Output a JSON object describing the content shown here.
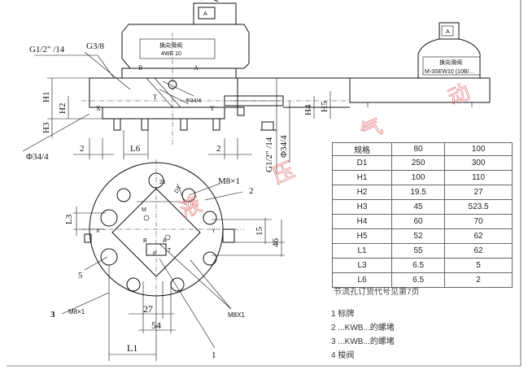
{
  "top_view": {
    "valve_label": "换向滑阀",
    "valve_model": "4WE 10",
    "port_a": "A",
    "port_b": "B",
    "port_t": "T",
    "port_x": "X",
    "port_y": "Y",
    "thread_1": "G1/2\" /14",
    "thread_2": "G3/8",
    "thread_3": "G1/2\" /14",
    "dia_side": "Φ34/4",
    "dia_pipe": "Φ34/4",
    "dia_small": "Φ34/4",
    "dim_h1": "H1",
    "dim_h2": "H2",
    "dim_h3": "H3",
    "dim_h4": "H4",
    "dim_h5": "H5",
    "dim_2_left": "2",
    "dim_2_right": "2",
    "dim_l6": "L6"
  },
  "right_view": {
    "valve_label": "换向滑阀",
    "valve_model": "M-3SEW10 (10B/…",
    "port_a": "A"
  },
  "bottom_view": {
    "m8_top": "M8×1",
    "m8_left": "M8×1",
    "m8_bottom": "M8X1",
    "num_2": "2",
    "num_3": "3",
    "num_5": "5",
    "num_1": "1",
    "dim_l3": "L3",
    "dim_l1": "L1",
    "dim_15": "15",
    "dim_46": "46",
    "dim_27": "27",
    "dim_54": "54",
    "dim_21": "21",
    "label_d1": "D1",
    "port_m": "M",
    "port_x": "X",
    "port_y": "Y",
    "port_b": "B",
    "port_a": "A",
    "port_p": "P",
    "port_t": "T"
  },
  "watermark": [
    "液",
    "压",
    "气",
    "动"
  ],
  "spec_table": {
    "rows": [
      [
        "规格",
        "80",
        "100"
      ],
      [
        "D1",
        "250",
        "300"
      ],
      [
        "H1",
        "100",
        "110"
      ],
      [
        "H2",
        "19.5",
        "27"
      ],
      [
        "H3",
        "45",
        "523.5"
      ],
      [
        "H4",
        "60",
        "70"
      ],
      [
        "H5",
        "52",
        "62"
      ],
      [
        "L1",
        "55",
        "62"
      ],
      [
        "L3",
        "6.5",
        "5"
      ],
      [
        "L6",
        "6.5",
        "2"
      ]
    ]
  },
  "spec_note": "节流孔订货代号见第7页",
  "legend": [
    "1 标牌",
    "2 ...KWB...的螺堵",
    "3 ...KWB...的螺堵",
    "4 梭阀"
  ]
}
